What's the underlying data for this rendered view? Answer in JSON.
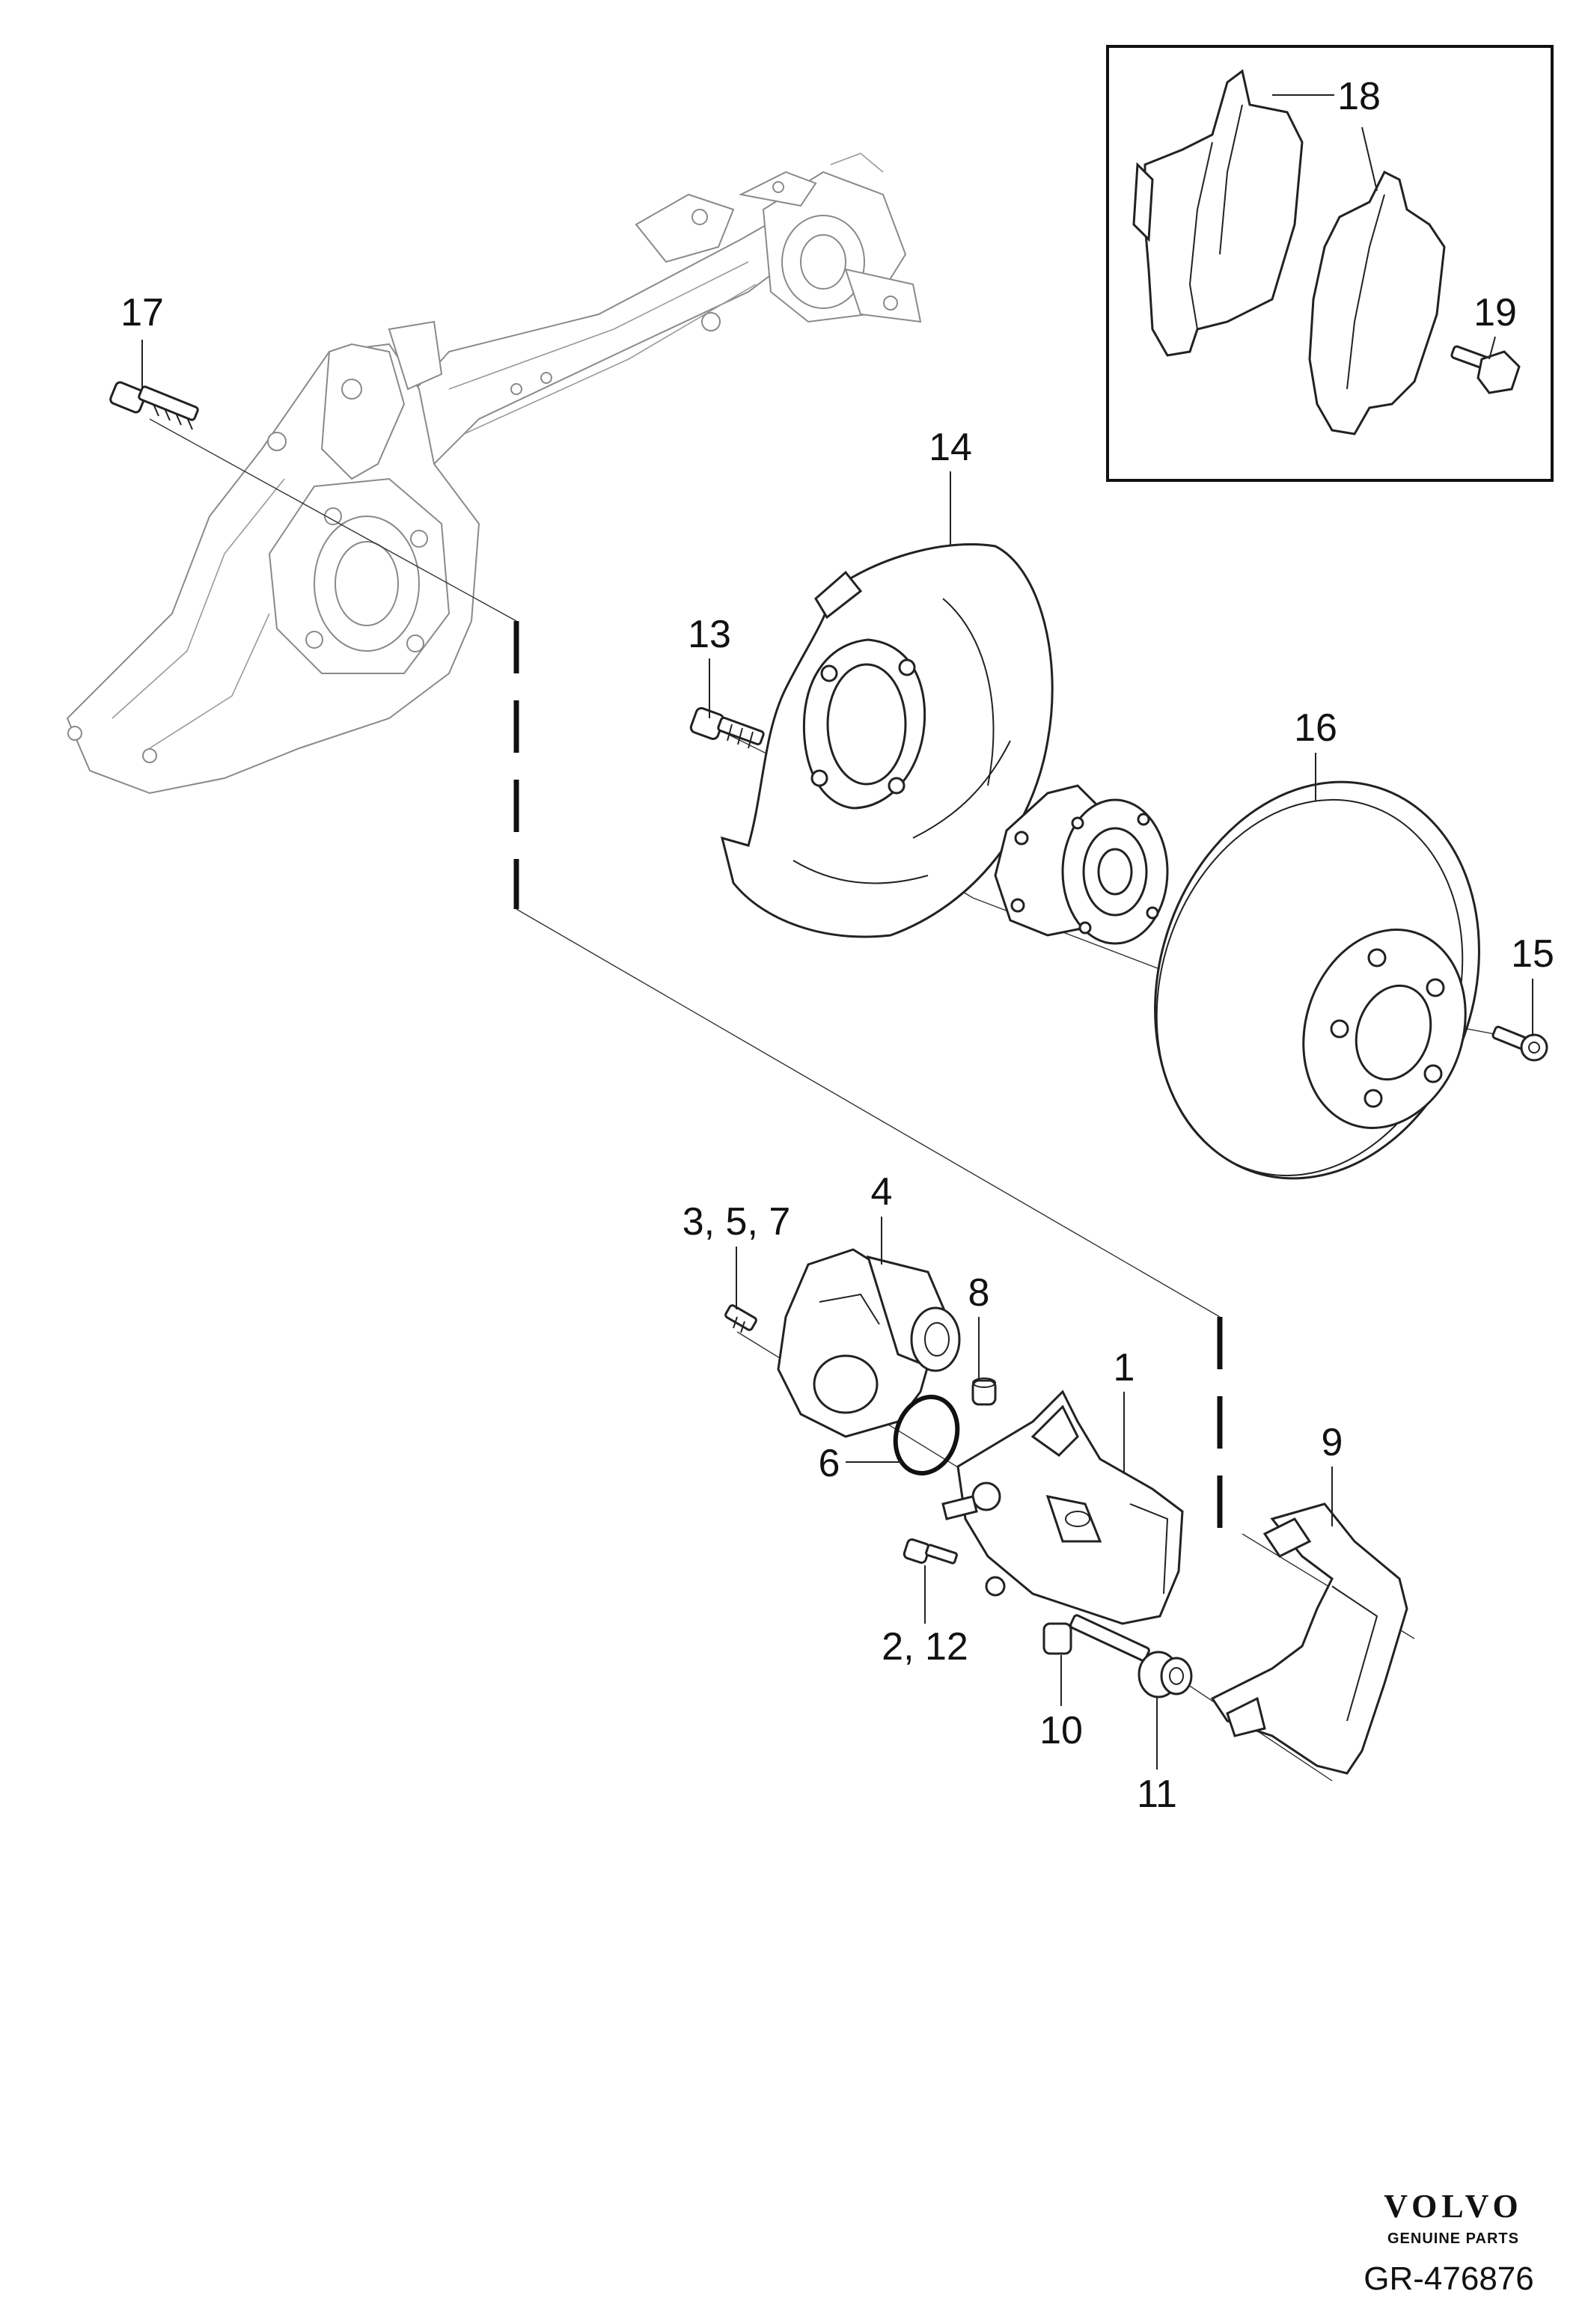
{
  "callouts": {
    "c1": "1",
    "c2_12": "2, 12",
    "c3_5_7": "3, 5, 7",
    "c4": "4",
    "c6": "6",
    "c8": "8",
    "c9": "9",
    "c10": "10",
    "c11": "11",
    "c13": "13",
    "c14": "14",
    "c15": "15",
    "c16": "16",
    "c17": "17",
    "c18": "18",
    "c19": "19"
  },
  "brand": {
    "wordmark": "VOLVO",
    "tagline": "GENUINE PARTS"
  },
  "reference": "GR-476876"
}
